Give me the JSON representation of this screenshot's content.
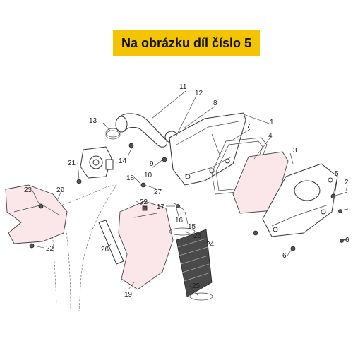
{
  "header": {
    "title": "Na obrázku díl číslo 5"
  },
  "callouts": {
    "c1": "1",
    "c2": "2",
    "c3": "3",
    "c4": "4",
    "c5": "5",
    "c6a": "6",
    "c6b": "6",
    "c7": "7",
    "c8": "8",
    "c9": "9",
    "c10": "10",
    "c11": "11",
    "c12": "12",
    "c13": "13",
    "c14": "14",
    "c15": "15",
    "c16": "16",
    "c17": "17",
    "c18": "18",
    "c19": "19",
    "c20": "20",
    "c21": "21",
    "c22a": "22",
    "c22b": "22",
    "c23": "23",
    "c24": "24",
    "c25a": "25",
    "c25b": "25",
    "c26": "26",
    "c27": "27"
  },
  "colors": {
    "banner": "#f5c400",
    "part_fill": "#fbe6ea",
    "line": "#333333"
  }
}
